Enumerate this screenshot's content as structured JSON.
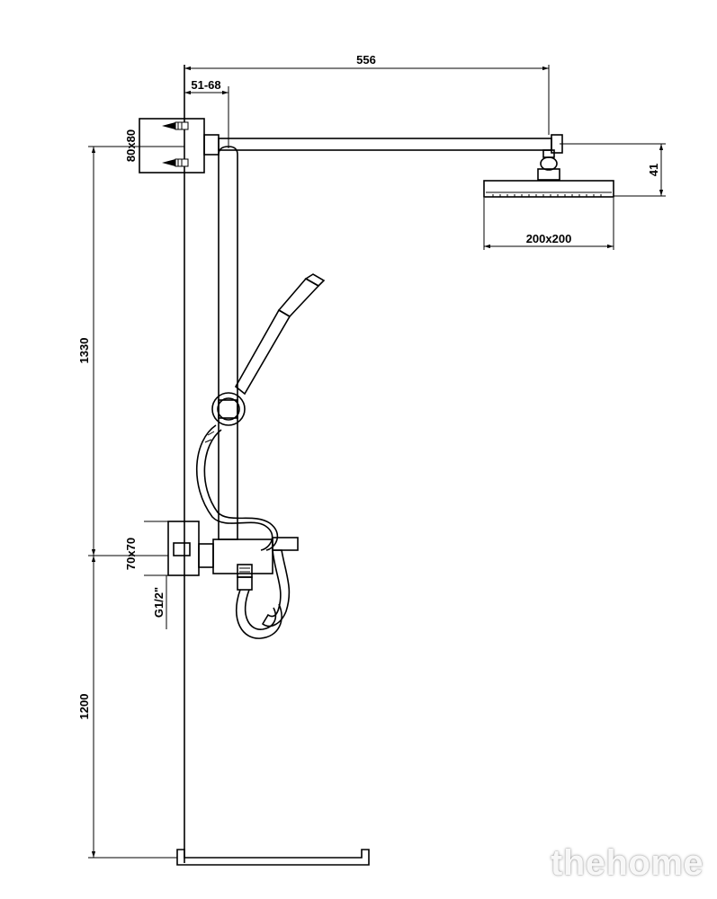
{
  "dimensions": {
    "arm_length": "556",
    "wall_offset": "51-68",
    "wall_plate": "80x80",
    "head_height": "41",
    "head_size": "200x200",
    "rail_height": "1330",
    "mixer_plate": "70x70",
    "thread": "G1/2\"",
    "floor_height": "1200"
  },
  "watermark": "thehome"
}
